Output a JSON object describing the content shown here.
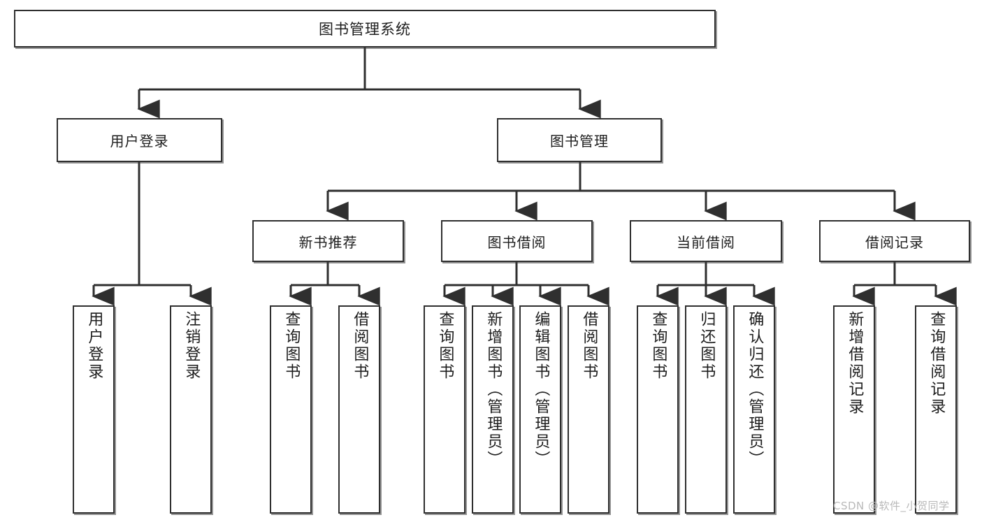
{
  "diagram": {
    "title": "图书管理系统",
    "type": "tree",
    "root": {
      "label": "图书管理系统"
    },
    "level2": [
      {
        "label": "用户登录"
      },
      {
        "label": "图书管理"
      }
    ],
    "level3": [
      {
        "label": "新书推荐"
      },
      {
        "label": "图书借阅"
      },
      {
        "label": "当前借阅"
      },
      {
        "label": "借阅记录"
      }
    ],
    "leaves": [
      {
        "label": "用户登录"
      },
      {
        "label": "注销登录"
      },
      {
        "label": "查询图书"
      },
      {
        "label": "借阅图书"
      },
      {
        "label": "查询图书"
      },
      {
        "label": "新增图书（管理员）"
      },
      {
        "label": "编辑图书（管理员）"
      },
      {
        "label": "借阅图书"
      },
      {
        "label": "查询图书"
      },
      {
        "label": "归还图书"
      },
      {
        "label": "确认归还（管理员）"
      },
      {
        "label": "新增借阅记录"
      },
      {
        "label": "查询借阅记录"
      }
    ],
    "colors": {
      "stroke": "#2f2f2f",
      "fill": "#ffffff",
      "text": "#1d1d1d",
      "watermark": "#b9b9b9"
    }
  },
  "watermark": {
    "text": "CSDN @软件_小贺同学"
  }
}
